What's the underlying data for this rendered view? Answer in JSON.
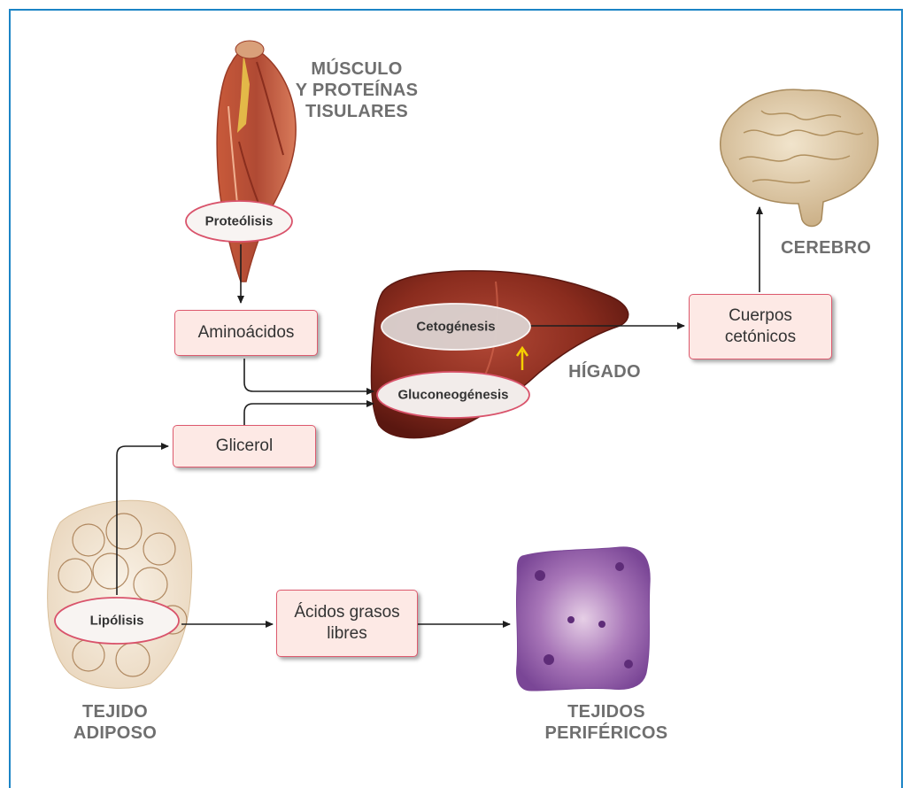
{
  "organs": {
    "muscle": "MÚSCULO\nY PROTEÍNAS\nTISULARES",
    "liver": "HÍGADO",
    "brain": "CEREBRO",
    "adipose": "TEJIDO\nADIPOSO",
    "peripheral": "TEJIDOS\nPERIFÉRICOS"
  },
  "processes": {
    "proteolysis": "Proteólisis",
    "ketogenesis": "Cetogénesis",
    "gluconeogenesis": "Gluconeogénesis",
    "lipolysis": "Lipólisis"
  },
  "products": {
    "amino_acids": "Aminoácidos",
    "glycerol": "Glicerol",
    "ketone_bodies": "Cuerpos\ncetónicos",
    "free_fatty_acids": "Ácidos grasos\nlibres"
  },
  "colors": {
    "frame": "#1b84c6",
    "box_fill": "#fde9e5",
    "box_border": "#dd5a6e",
    "arrow": "#1e1e1e",
    "up_arrow": "#f5d000",
    "label_gray": "#6f6f6f"
  },
  "icons": [
    "muscle-illustration",
    "liver-illustration",
    "brain-illustration",
    "adipose-tissue-image",
    "peripheral-tissue-image"
  ]
}
